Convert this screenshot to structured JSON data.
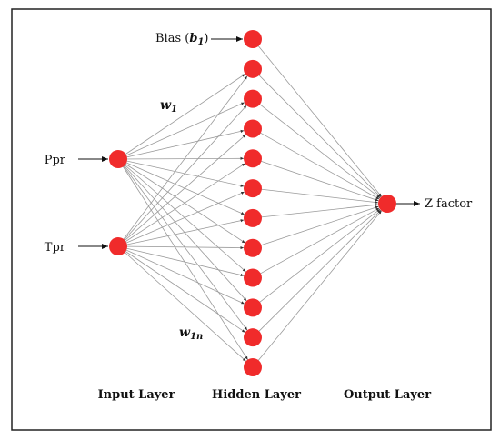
{
  "diagram": {
    "inputs": [
      {
        "label": "Ppr"
      },
      {
        "label": "Tpr"
      }
    ],
    "hidden_node_count": 12,
    "bias": {
      "text": "Bias (",
      "symbol": "b",
      "subscript": "1",
      "close": ")"
    },
    "weights": [
      {
        "symbol": "w",
        "subscript": "1"
      },
      {
        "symbol": "w",
        "subscript": "1n"
      }
    ],
    "output": {
      "label": "Z factor"
    },
    "layer_labels": {
      "input": "Input Layer",
      "hidden": "Hidden Layer",
      "output": "Output Layer"
    },
    "colors": {
      "node": "#f02b2b",
      "connection": "#9a9a9a",
      "frame": "#222222"
    }
  }
}
